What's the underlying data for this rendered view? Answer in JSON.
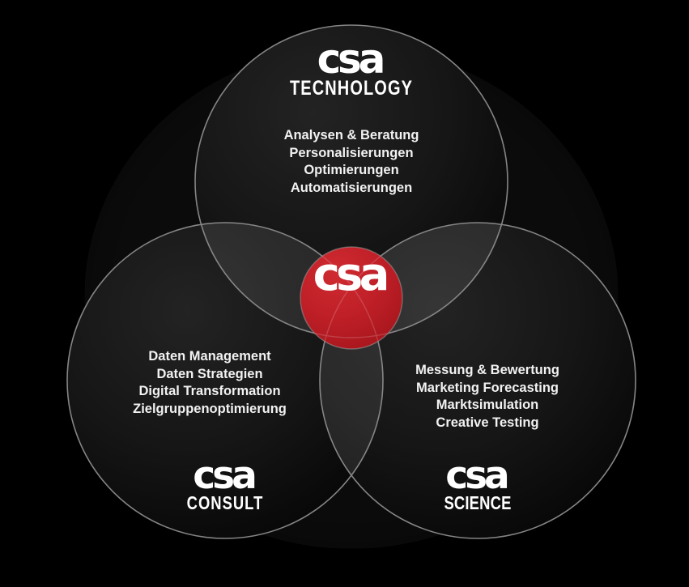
{
  "meta": {
    "background_color": "#000000",
    "accent_color": "#c0212a",
    "circle_stroke_color": "#8c8c8c",
    "text_color": "#f2f2f2"
  },
  "center": {
    "logo_word": "csa",
    "fill_color": "#c0212a"
  },
  "circles": [
    {
      "id": "technology",
      "logo_word": "csa",
      "logo_sub": "TECNHOLOGY",
      "services": [
        "Analysen & Beratung",
        "Personalisierungen",
        "Optimierungen",
        "Automatisierungen"
      ]
    },
    {
      "id": "consult",
      "logo_word": "csa",
      "logo_sub": "CONSULT",
      "services": [
        "Daten Management",
        "Daten Strategien",
        "Digital Transformation",
        "Zielgruppenoptimierung"
      ]
    },
    {
      "id": "science",
      "logo_word": "csa",
      "logo_sub": "SCIENCE",
      "services": [
        "Messung & Bewertung",
        "Marketing Forecasting",
        "Marktsimulation",
        "Creative Testing"
      ]
    }
  ]
}
